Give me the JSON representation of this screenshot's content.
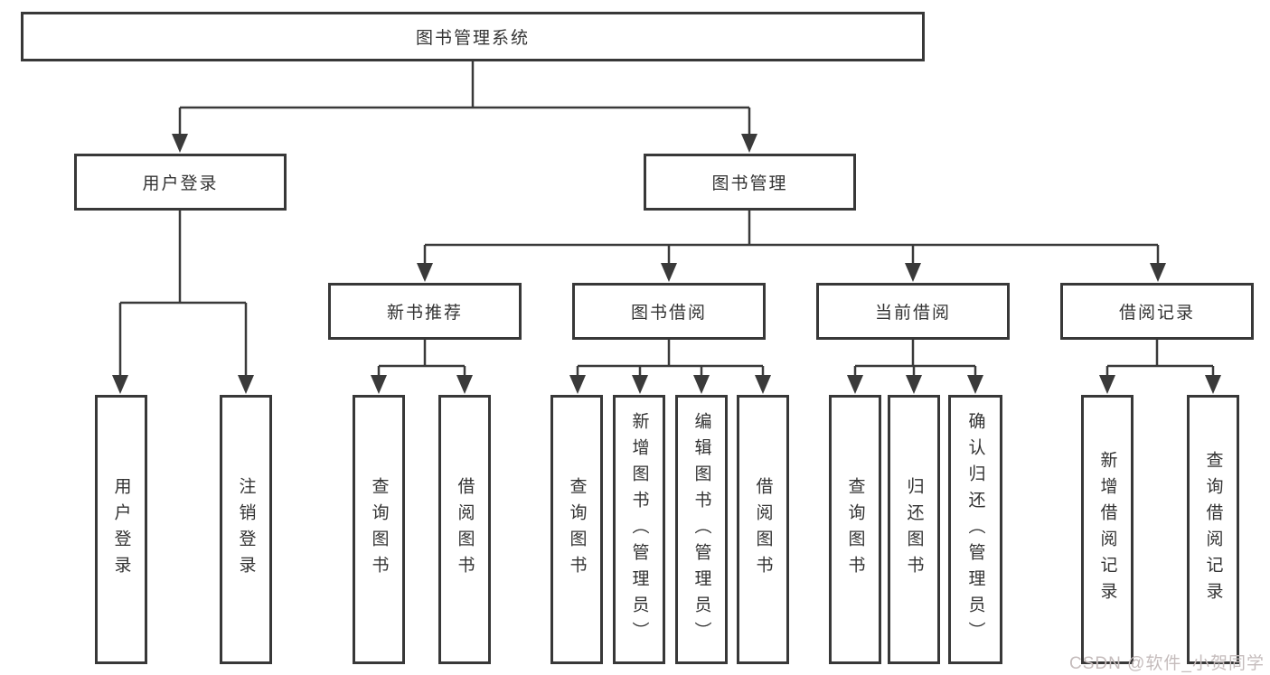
{
  "diagram": {
    "root": {
      "label": "图书管理系统"
    },
    "level2": [
      {
        "label": "用户登录"
      },
      {
        "label": "图书管理"
      }
    ],
    "level3": [
      {
        "label": "新书推荐"
      },
      {
        "label": "图书借阅"
      },
      {
        "label": "当前借阅"
      },
      {
        "label": "借阅记录"
      }
    ],
    "leaves": [
      {
        "label": "用户登录",
        "parent": "用户登录"
      },
      {
        "label": "注销登录",
        "parent": "用户登录"
      },
      {
        "label": "查询图书",
        "parent": "新书推荐"
      },
      {
        "label": "借阅图书",
        "parent": "新书推荐"
      },
      {
        "label": "查询图书",
        "parent": "图书借阅"
      },
      {
        "label": "新增图书（管理员）",
        "parent": "图书借阅"
      },
      {
        "label": "编辑图书（管理员）",
        "parent": "图书借阅"
      },
      {
        "label": "借阅图书",
        "parent": "图书借阅"
      },
      {
        "label": "查询图书",
        "parent": "当前借阅"
      },
      {
        "label": "归还图书",
        "parent": "当前借阅"
      },
      {
        "label": "确认归还（管理员）",
        "parent": "当前借阅"
      },
      {
        "label": "新增借阅记录",
        "parent": "借阅记录"
      },
      {
        "label": "查询借阅记录",
        "parent": "借阅记录"
      }
    ],
    "watermark": "CSDN @软件_小贺同学",
    "colors": {
      "border": "#383838",
      "line": "#3a3a3a",
      "text": "#333333",
      "background": "#ffffff",
      "watermark": "#c5bcbc"
    }
  }
}
